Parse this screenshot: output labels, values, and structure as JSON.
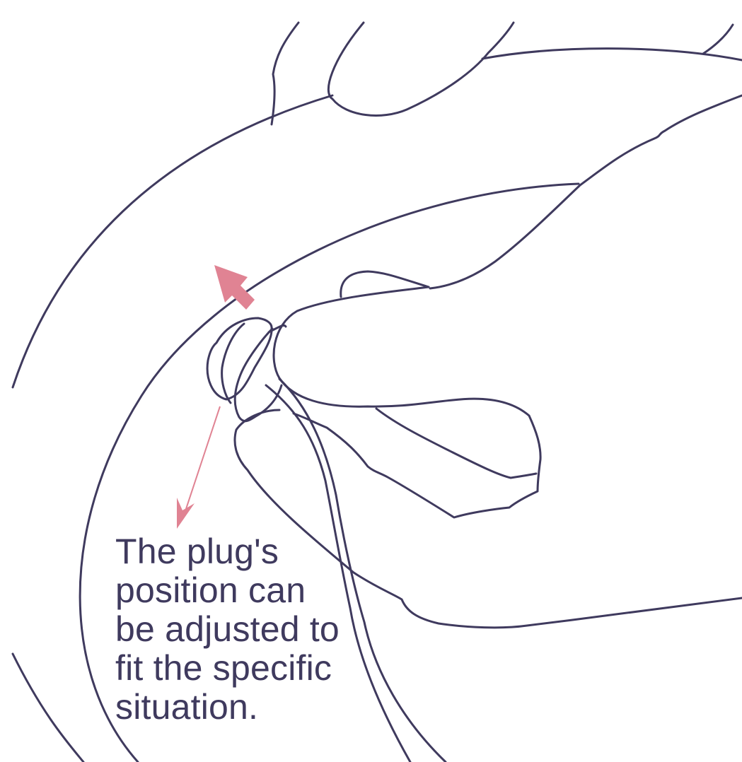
{
  "caption": {
    "lines": [
      "The plug's",
      "position can",
      "be adjusted to",
      "fit the specific",
      "situation."
    ]
  },
  "icons": {
    "move_arrow": "arrow-up-left-icon",
    "pointer_arrow": "arrow-down-icon"
  },
  "colors": {
    "line": "#3f3a5e",
    "accent": "#e08393",
    "text": "#3f3a5e",
    "background": "#ffffff"
  }
}
